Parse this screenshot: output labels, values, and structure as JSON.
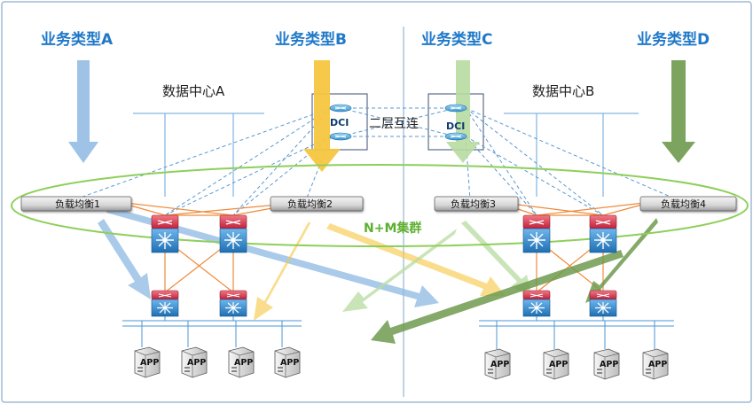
{
  "service_types": {
    "a": "业务类型A",
    "b": "业务类型B",
    "c": "业务类型C",
    "d": "业务类型D"
  },
  "datacenters": {
    "a": "数据中心A",
    "b": "数据中心B"
  },
  "dci": {
    "label": "DCI",
    "interconnect_label": "二层互连"
  },
  "load_balancers": {
    "lb1": "负载均衡1",
    "lb2": "负载均衡2",
    "lb3": "负载均衡3",
    "lb4": "负载均衡4"
  },
  "cluster_label": "N+M集群",
  "app_label": "APP",
  "colors": {
    "service_a": "#8db8e2",
    "service_b": "#f7c640",
    "service_c": "#b7dca0",
    "service_d": "#6f9a4e",
    "title_blue": "#1f78c8",
    "cluster_green": "#5cb030",
    "switch_red": "#d9304a",
    "switch_blue": "#3a8fd0",
    "frame": "#9fb9d4"
  },
  "icons": [
    "service-arrow-icon",
    "dci-switch-icon",
    "core-switch-icon",
    "access-switch-icon",
    "load-balancer-icon",
    "app-server-icon"
  ]
}
